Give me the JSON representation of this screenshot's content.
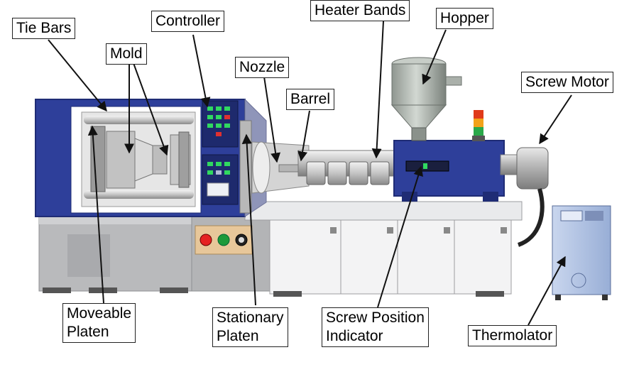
{
  "labels": {
    "tie_bars": "Tie Bars",
    "mold": "Mold",
    "controller": "Controller",
    "nozzle": "Nozzle",
    "barrel": "Barrel",
    "heater_bands": "Heater Bands",
    "hopper": "Hopper",
    "screw_motor": "Screw Motor",
    "moveable_platen": [
      "Moveable",
      "Platen"
    ],
    "stationary_platen": [
      "Stationary",
      "Platen"
    ],
    "screw_position_indicator": [
      "Screw Position",
      "Indicator"
    ],
    "thermolator": "Thermolator"
  },
  "colors": {
    "machine_blue": "#2e3f9a",
    "machine_blue_dark": "#1f2c75",
    "base_grey": "#b9babc",
    "base_grey_dark": "#8e8f92",
    "steel": "#c9c9c9",
    "thermolator_blue": "#b8c8e6",
    "button_red": "#e52222",
    "button_green": "#1c9a3a",
    "lamp_red": "#e03a1a",
    "lamp_amber": "#f2a21a",
    "lamp_green": "#2aa84a"
  }
}
